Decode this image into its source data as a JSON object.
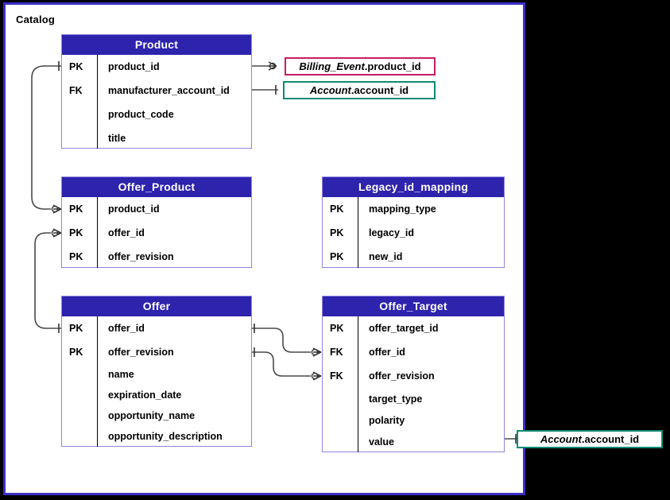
{
  "diagram": {
    "container_label": "Catalog",
    "colors": {
      "container_border": "#3a2fc4",
      "entity_header_bg": "#2d23ad",
      "entity_border": "#8f86e0",
      "billing_event_ref_border": "#c81e63",
      "account_ref_border": "#0e8b73",
      "connector_line": "#4a4a4a",
      "canvas_bg": "#000000",
      "panel_bg": "#ffffff"
    },
    "entities": [
      {
        "name": "Product",
        "attributes": [
          {
            "key": "PK",
            "name": "product_id"
          },
          {
            "key": "FK",
            "name": "manufacturer_account_id"
          },
          {
            "key": "",
            "name": "product_code"
          },
          {
            "key": "",
            "name": "title"
          }
        ]
      },
      {
        "name": "Offer_Product",
        "attributes": [
          {
            "key": "PK",
            "name": "product_id"
          },
          {
            "key": "PK",
            "name": "offer_id"
          },
          {
            "key": "PK",
            "name": "offer_revision"
          }
        ]
      },
      {
        "name": "Legacy_id_mapping",
        "attributes": [
          {
            "key": "PK",
            "name": "mapping_type"
          },
          {
            "key": "PK",
            "name": "legacy_id"
          },
          {
            "key": "PK",
            "name": "new_id"
          }
        ]
      },
      {
        "name": "Offer",
        "attributes": [
          {
            "key": "PK",
            "name": "offer_id"
          },
          {
            "key": "PK",
            "name": "offer_revision"
          },
          {
            "key": "",
            "name": "name"
          },
          {
            "key": "",
            "name": "expiration_date"
          },
          {
            "key": "",
            "name": "opportunity_name"
          },
          {
            "key": "",
            "name": "opportunity_description"
          }
        ]
      },
      {
        "name": "Offer_Target",
        "attributes": [
          {
            "key": "PK",
            "name": "offer_target_id"
          },
          {
            "key": "FK",
            "name": "offer_id"
          },
          {
            "key": "FK",
            "name": "offer_revision"
          },
          {
            "key": "",
            "name": "target_type"
          },
          {
            "key": "",
            "name": "polarity"
          },
          {
            "key": "",
            "name": "value"
          }
        ]
      }
    ],
    "external_refs": [
      {
        "id": "billing-event-product-id",
        "entity": "Billing_Event",
        "separator": ".",
        "attribute": "product_id"
      },
      {
        "id": "account-account-id-top",
        "entity": "Account",
        "separator": ".",
        "attribute": "account_id"
      },
      {
        "id": "account-account-id-bottom",
        "entity": "Account",
        "separator": ".",
        "attribute": "account_id"
      }
    ],
    "relationships": [
      {
        "from": "Product.product_id",
        "to": "Billing_Event.product_id",
        "from_cardinality": "one",
        "to_cardinality": "zero-or-many"
      },
      {
        "from": "Product.manufacturer_account_id",
        "to": "Account.account_id",
        "from_cardinality": "zero-or-many",
        "to_cardinality": "one"
      },
      {
        "from": "Product.product_id",
        "to": "Offer_Product.product_id",
        "from_cardinality": "one",
        "to_cardinality": "zero-or-many"
      },
      {
        "from": "Offer.offer_id",
        "to": "Offer_Product.offer_id",
        "from_cardinality": "one",
        "to_cardinality": "zero-or-many"
      },
      {
        "from": "Offer.offer_id",
        "to": "Offer_Target.offer_id",
        "from_cardinality": "one",
        "to_cardinality": "zero-or-many"
      },
      {
        "from": "Offer.offer_revision",
        "to": "Offer_Target.offer_revision",
        "from_cardinality": "one",
        "to_cardinality": "zero-or-many"
      },
      {
        "from": "Offer_Target.value",
        "to": "Account.account_id",
        "from_cardinality": "zero-or-many",
        "to_cardinality": "one"
      }
    ]
  }
}
